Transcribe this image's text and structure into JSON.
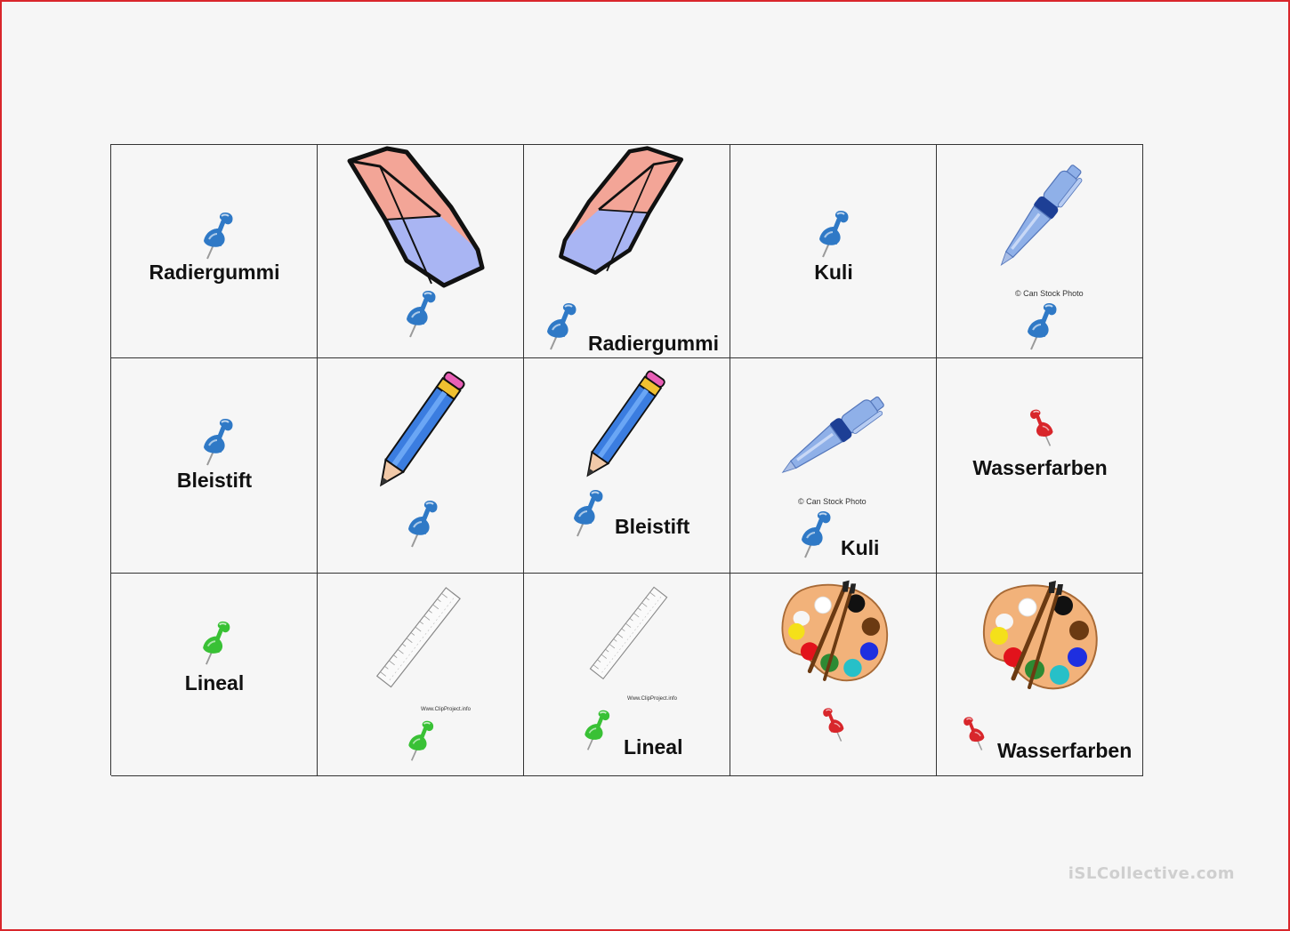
{
  "worksheet": {
    "cells": {
      "r1c1": {
        "word": "Radiergummi",
        "pin_color": "blue"
      },
      "r1c2": {
        "picture": "eraser-icon",
        "pin_color": "blue"
      },
      "r1c3": {
        "picture": "eraser-icon",
        "word": "Radiergummi",
        "pin_color": "blue"
      },
      "r1c4": {
        "word": "Kuli",
        "pin_color": "blue"
      },
      "r1c5": {
        "picture": "pen-icon",
        "credit": "© Can Stock Photo",
        "pin_color": "blue"
      },
      "r2c1": {
        "word": "Bleistift",
        "pin_color": "blue"
      },
      "r2c2": {
        "picture": "pencil-icon",
        "pin_color": "blue"
      },
      "r2c3": {
        "picture": "pencil-icon",
        "word": "Bleistift",
        "pin_color": "blue"
      },
      "r2c4": {
        "picture": "pen-icon",
        "credit": "© Can Stock Photo",
        "word": "Kuli",
        "pin_color": "blue"
      },
      "r2c5": {
        "word": "Wasserfarben",
        "pin_color": "red"
      },
      "r3c1": {
        "word": "Lineal",
        "pin_color": "green"
      },
      "r3c2": {
        "picture": "ruler-icon",
        "credit": "Www.ClipProject.info",
        "pin_color": "green"
      },
      "r3c3": {
        "picture": "ruler-icon",
        "credit": "Www.ClipProject.info",
        "word": "Lineal",
        "pin_color": "green"
      },
      "r3c4": {
        "picture": "paint-palette-icon",
        "pin_color": "red"
      },
      "r3c5": {
        "picture": "paint-palette-icon",
        "word": "Wasserfarben",
        "pin_color": "red"
      }
    }
  },
  "colors": {
    "pin_blue": "#2f79c6",
    "pin_red": "#d8262b",
    "pin_green": "#39c135",
    "frame": "#d9262b"
  },
  "watermark": "iSLCollective.com"
}
